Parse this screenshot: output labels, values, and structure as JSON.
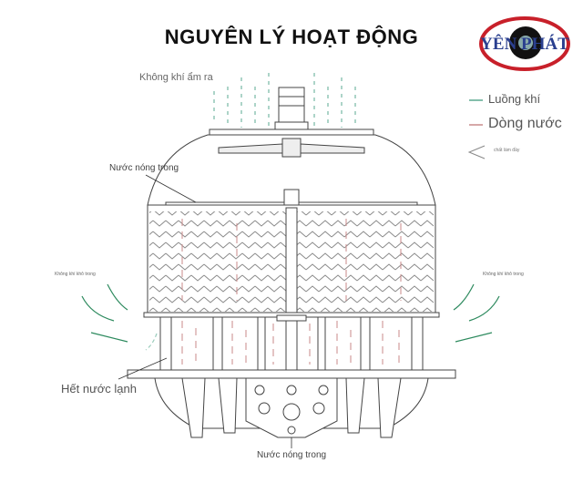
{
  "title": "NGUYÊN LÝ HOẠT ĐỘNG",
  "logo": {
    "text": "YÊN PHÁT",
    "color_red": "#c8202a",
    "color_blue": "#2a3f8f"
  },
  "legend": {
    "air_flow": "Luồng khí",
    "water_flow": "Dòng nước",
    "fill": "chất làm đầy",
    "air_color": "#5aa890",
    "water_color": "#c88a8a"
  },
  "labels": {
    "warm_air_out": "Không khí ẩm ra",
    "hot_water_in_top": "Nước nóng trong",
    "dry_air_in_left": "Không khí khô trong",
    "dry_air_in_right": "Không khí khô trong",
    "cold_water_out": "Hết nước lạnh",
    "hot_water_in_bottom": "Nước nóng trong"
  }
}
